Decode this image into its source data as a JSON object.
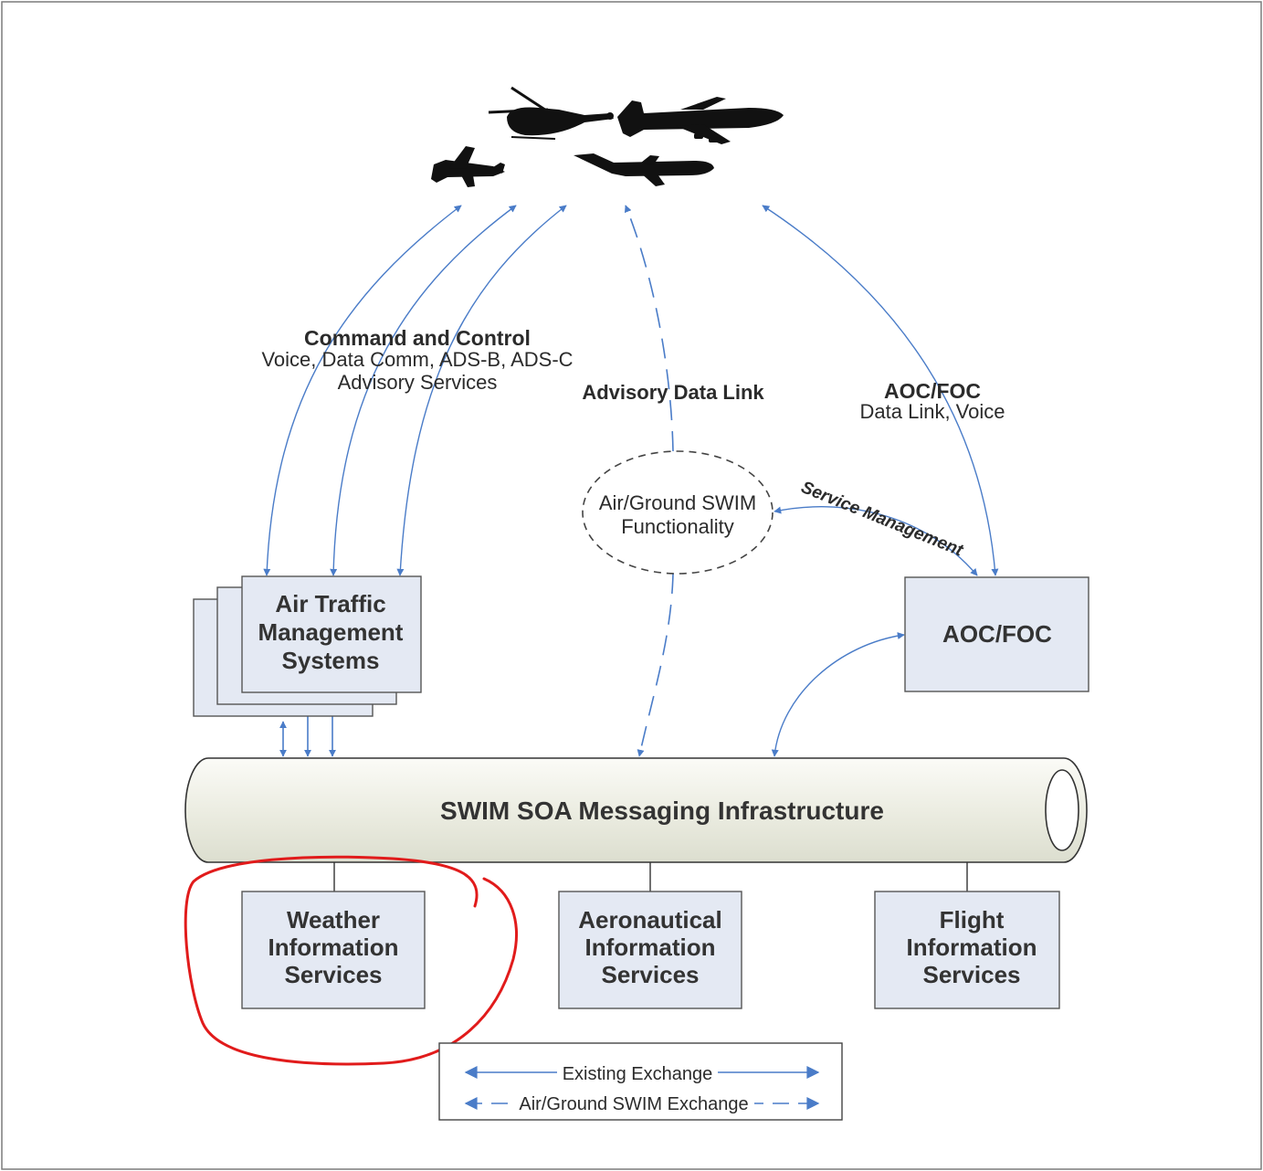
{
  "labels": {
    "command_control_title": "Command and Control",
    "command_control_line1": "Voice, Data Comm, ADS-B, ADS-C",
    "command_control_line2": "Advisory Services",
    "advisory_data_link": "Advisory Data Link",
    "aoc_foc_title": "AOC/FOC",
    "aoc_foc_sub": "Data Link, Voice",
    "service_management": "Service Management"
  },
  "ellipse": {
    "line1": "Air/Ground SWIM",
    "line2": "Functionality"
  },
  "boxes": {
    "atm": [
      "Air Traffic",
      "Management",
      "Systems"
    ],
    "aoc": [
      "AOC/FOC"
    ],
    "weather": [
      "Weather",
      "Information",
      "Services"
    ],
    "aeronautical": [
      "Aeronautical",
      "Information",
      "Services"
    ],
    "flight": [
      "Flight",
      "Information",
      "Services"
    ]
  },
  "pipe": {
    "label": "SWIM SOA Messaging Infrastructure"
  },
  "legend": {
    "existing": "Existing Exchange",
    "air_ground": "Air/Ground SWIM Exchange"
  },
  "colors": {
    "arrow": "#4a7cc8",
    "box_fill": "#e4e9f3",
    "highlight": "#e11b1b"
  }
}
